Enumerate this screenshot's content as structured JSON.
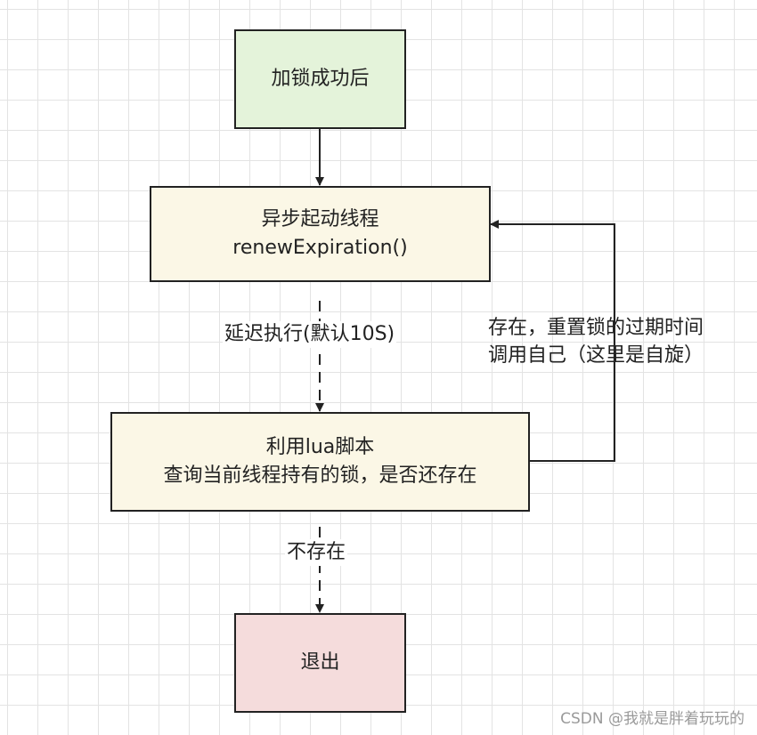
{
  "nodes": {
    "start": {
      "text": "加锁成功后",
      "color": "#e4f3da"
    },
    "thread": {
      "line1": "异步起动线程",
      "line2": "renewExpiration()",
      "color": "#fbf7e6"
    },
    "lua": {
      "line1": "利用lua脚本",
      "line2": "查询当前线程持有的锁，是否还存在",
      "color": "#fbf7e6"
    },
    "exit": {
      "text": "退出",
      "color": "#f5dcdc"
    }
  },
  "edges": {
    "delay_label": "延迟执行(默认10S)",
    "not_exist_label": "不存在",
    "loop_label_line1": "存在，重置锁的过期时间",
    "loop_label_line2": "调用自己（这里是自旋）"
  },
  "watermark": "CSDN @我就是胖着玩玩的"
}
